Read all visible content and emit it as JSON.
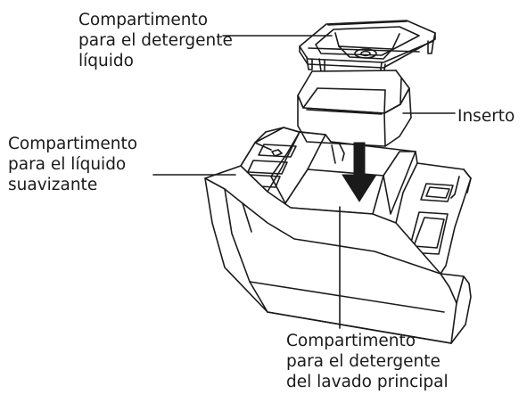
{
  "labels": {
    "liquid_detergent": "Compartimento\npara el detergente\nlíquido",
    "insert": "Inserto",
    "softener": "Compartimento\npara el líquido\nsuavizante",
    "main_wash": "Compartimento\npara el detergente\ndel lavado principal"
  },
  "colors": {
    "line": "#1a1a1a",
    "arrow": "#1a1a1a",
    "background": "#ffffff"
  }
}
